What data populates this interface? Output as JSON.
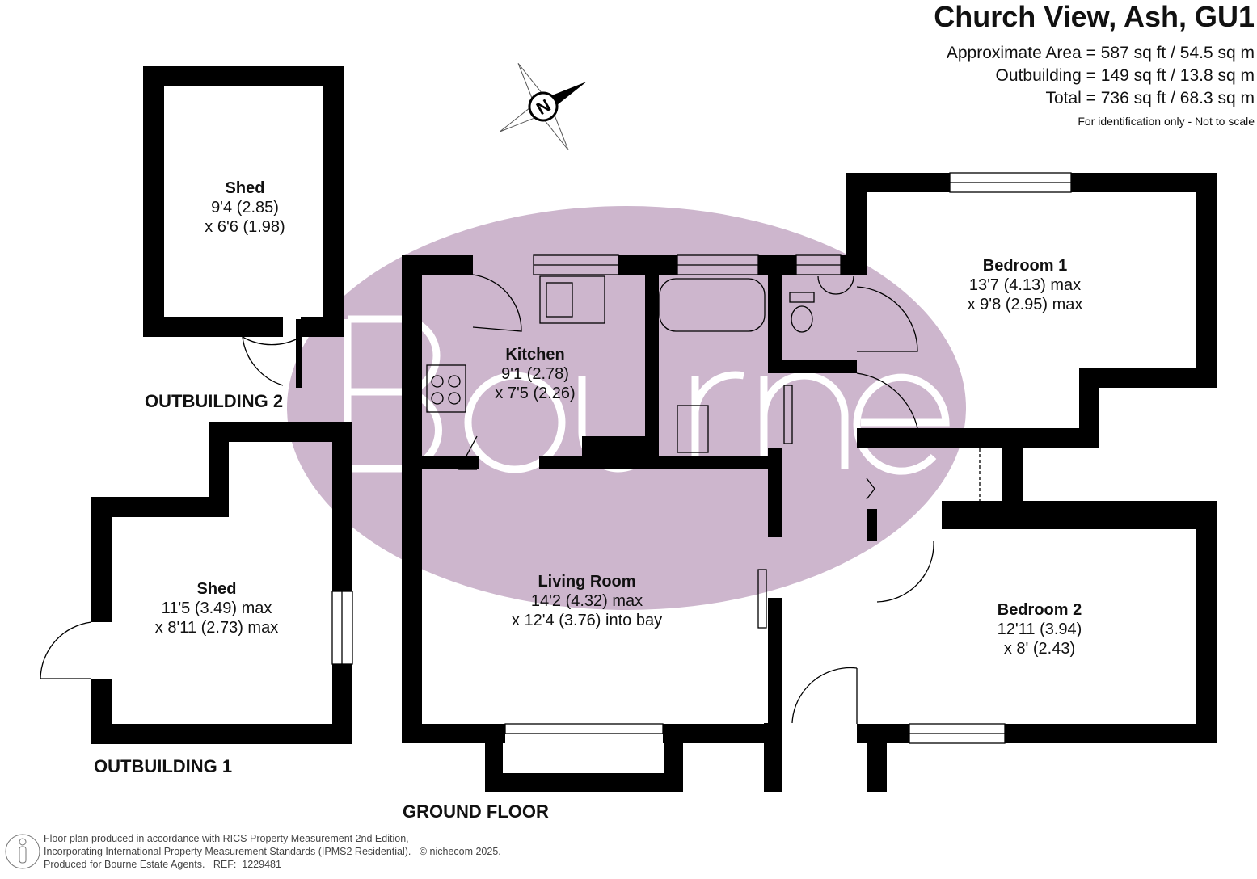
{
  "header": {
    "title": "Church View, Ash, GU1",
    "areas": [
      "Approximate Area = 587 sq ft / 54.5 sq m",
      "Outbuilding = 149 sq ft / 13.8 sq m",
      "Total = 736 sq ft / 68.3 sq m"
    ],
    "note": "For identification only - Not to scale"
  },
  "watermark": "Bourne",
  "compass": {
    "label": "N"
  },
  "rooms": [
    {
      "name": "Shed",
      "dim1": "9'4 (2.85)",
      "dim2": "x 6'6 (1.98)"
    },
    {
      "name": "Shed",
      "dim1": "11'5 (3.49) max",
      "dim2": "x 8'11 (2.73) max"
    },
    {
      "name": "Kitchen",
      "dim1": "9'1 (2.78)",
      "dim2": "x 7'5 (2.26)"
    },
    {
      "name": "Living Room",
      "dim1": "14'2 (4.32) max",
      "dim2": "x 12'4 (3.76) into bay"
    },
    {
      "name": "Bedroom 1",
      "dim1": "13'7 (4.13) max",
      "dim2": "x 9'8 (2.95) max"
    },
    {
      "name": "Bedroom 2",
      "dim1": "12'11 (3.94)",
      "dim2": "x 8' (2.43)"
    }
  ],
  "floors": {
    "outbuilding2": "OUTBUILDING 2",
    "outbuilding1": "OUTBUILDING 1",
    "ground": "GROUND FLOOR"
  },
  "footer": {
    "line1": "Floor plan produced in accordance with RICS Property Measurement 2nd Edition,",
    "line2": "Incorporating International Property Measurement Standards (IPMS2 Residential).",
    "copyright": "© nichecom 2025.",
    "line3": "Produced for Bourne Estate Agents.   REF:  1229481"
  },
  "colors": {
    "watermark": "#cdb6cd",
    "wall": "#000000"
  }
}
